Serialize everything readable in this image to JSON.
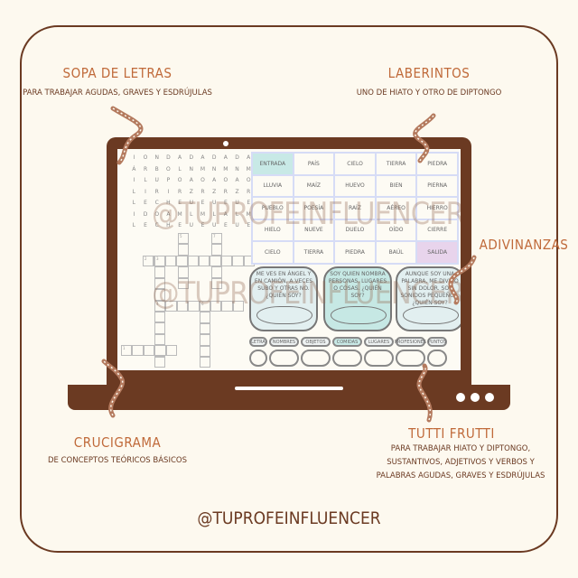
{
  "sections": {
    "sopa": {
      "title": "SOPA DE LETRAS",
      "subtitle": "PARA TRABAJAR AGUDAS, GRAVES Y ESDRÚJULAS"
    },
    "laberintos": {
      "title": "LABERINTOS",
      "subtitle": "UNO DE HIATO Y OTRO DE DIPTONGO"
    },
    "adivinanzas": {
      "title": "ADIVINANZAS"
    },
    "crucigrama": {
      "title": "CRUCIGRAMA",
      "subtitle": "DE CONCEPTOS TEÓRICOS BÁSICOS"
    },
    "tutti": {
      "title": "TUTTI FRUTTI",
      "subtitle_lines": [
        "PARA TRABAJAR HIATO Y DIPTONGO,",
        "SUSTANTIVOS, ADJETIVOS Y VERBOS Y",
        "PALABRAS AGUDAS, GRAVES Y ESDRÚJULAS"
      ]
    }
  },
  "word_search": [
    "IONDADADADA",
    "ÁRBOLNMNMNM",
    "ILUPOAOAOAO",
    "LIRIRZRZRZR",
    "LECHEUEUEUE",
    "IDOAMLMLALM",
    "LECHEUEUEUE"
  ],
  "maze": [
    [
      "ENTRADA",
      "PAÍS",
      "CIELO",
      "TIERRA",
      "PIEDRA"
    ],
    [
      "LLUVIA",
      "MAÍZ",
      "HUEVO",
      "BIEN",
      "PIERNA"
    ],
    [
      "PUEBLO",
      "POESÍA",
      "RAÍZ",
      "AÉREO",
      "HIERRO"
    ],
    [
      "HIELO",
      "NUEVE",
      "DUELO",
      "OÍDO",
      "CIERRE"
    ],
    [
      "CIELO",
      "TIERRA",
      "PIEDRA",
      "BAÚL",
      "SALIDA"
    ]
  ],
  "riddles": [
    "ME VES EN ÁNGEL Y EN CAMIÓN, A VECES SUBO Y OTRAS NO. ¿QUIÉN SOY?",
    "SOY QUIEN NOMBRA PERSONAS, LUGARES O COSAS. ¿QUIÉN SOY?",
    "AUNQUE SOY UNA PALABRA, ME DIVIDO SIN DOLOR. SOY SONIDOS PEQUEÑOS. ¿QUIÉN SOY?"
  ],
  "tutti_headers": [
    "LETRA",
    "NOMBRES",
    "OBJETOS",
    "COMIDAS",
    "LUGARES",
    "PROFESIONES",
    "PUNTOS"
  ],
  "crossword_numbers": [
    "5",
    "7",
    "2",
    "3",
    "4",
    "6",
    "1"
  ],
  "watermark": "@TUPROFEINFLUENCER",
  "handle": "@TUPROFEINFLUENCER",
  "colors": {
    "brown": "#6b3a22",
    "accent": "#c06a3a",
    "teal": "#c8e9e6",
    "lilac": "#e8d4ec"
  }
}
